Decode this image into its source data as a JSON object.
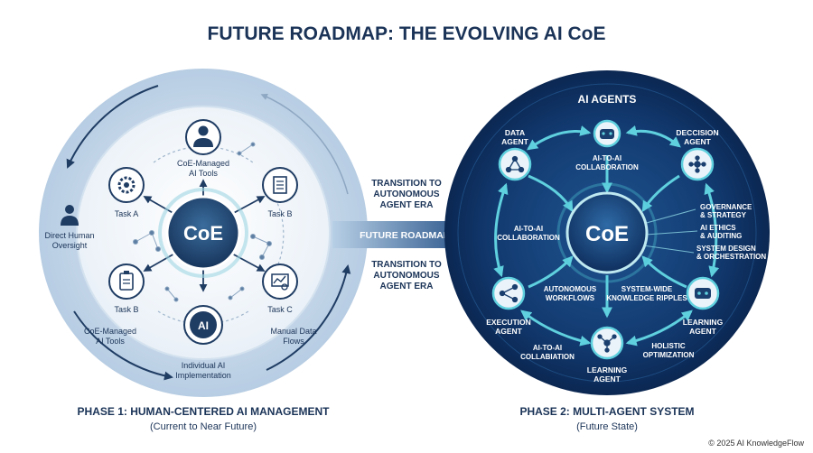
{
  "title": "FUTURE ROADMAP: THE EVOLVING AI CoE",
  "phase1": {
    "center": "CoE",
    "nodes": {
      "managed_top": [
        "CoE-Managed",
        "AI Tools"
      ],
      "task_a": "Task A",
      "task_b_top": "Task B",
      "task_b_left": "Task B",
      "task_c": "Task C",
      "ai_badge": "AI"
    },
    "outer_labels": {
      "oversight": [
        "Direct Human",
        "Oversight"
      ],
      "managed_bottom": [
        "CoE-Managed",
        "AI Tools"
      ],
      "implementation": [
        "Individual AI",
        "Implementation"
      ],
      "manual": [
        "Manual Data",
        "Flows"
      ]
    },
    "heading": "PHASE 1: HUMAN-CENTERED AI MANAGEMENT",
    "subheading": "(Current to Near Future)"
  },
  "transition": {
    "top": [
      "TRANSITION TO",
      "AUTONOMOUS",
      "AGENT ERA"
    ],
    "arrow": "FUTURE ROADMAP",
    "bottom": [
      "TRANSITION TO",
      "AUTONOMOUS",
      "AGENT ERA"
    ]
  },
  "phase2": {
    "header": "AI AGENTS",
    "center": "CoE",
    "agents": {
      "data": [
        "DATA",
        "AGENT"
      ],
      "decision": [
        "DECCISION",
        "AGENT"
      ],
      "execution": [
        "EXECUTION",
        "AGENT"
      ],
      "learning_right": [
        "LEARNING",
        "AGENT"
      ],
      "learning_bottom": [
        "LEARNING",
        "AGENT"
      ]
    },
    "flows": {
      "collab_top": [
        "AI-TO-AI",
        "COLLABORATION"
      ],
      "collab_left": [
        "AI-TO-AI",
        "COLLABORATION"
      ],
      "autonomous": [
        "AUTONOMOUS",
        "WORKFLOWS"
      ],
      "ripples": [
        "SYSTEM-WIDE",
        "KNOWLEDGE RIPPLES"
      ],
      "collab_bottom": [
        "AI-TO-AI",
        "COLLABIATION"
      ],
      "holistic": [
        "HOLISTIC",
        "OPTIMIZATION"
      ]
    },
    "functions": [
      [
        "GOVERNANCE",
        "& STRATEGY"
      ],
      [
        "AI ETHICS",
        "& AUDITING"
      ],
      [
        "SYSTEM DESIGN",
        "& ORCHESTRATION"
      ]
    ],
    "heading": "PHASE 2: MULTI-AGENT SYSTEM",
    "subheading": "(Future State)"
  },
  "footer": "© 2025 AI KnowledgeFlow",
  "icons": {
    "human_top": "person-icon",
    "oversight": "person-icon",
    "task_a": "gear-icon",
    "task_b_top": "document-icon",
    "task_b_left": "clipboard-icon",
    "task_c": "analytics-icon",
    "data_agent": "network-icon",
    "ai_collab": "robot-icon",
    "decision_agent": "nodes-icon",
    "execution_agent": "nodes-icon",
    "learning_agent_right": "robot-icon",
    "learning_agent_bottom": "nodes-icon"
  },
  "colors": {
    "navy": "#1a3357",
    "phase1_outer": "#c7d9ea",
    "phase2_dark": "#0d2c59",
    "accent_teal": "#4fc8d8"
  }
}
